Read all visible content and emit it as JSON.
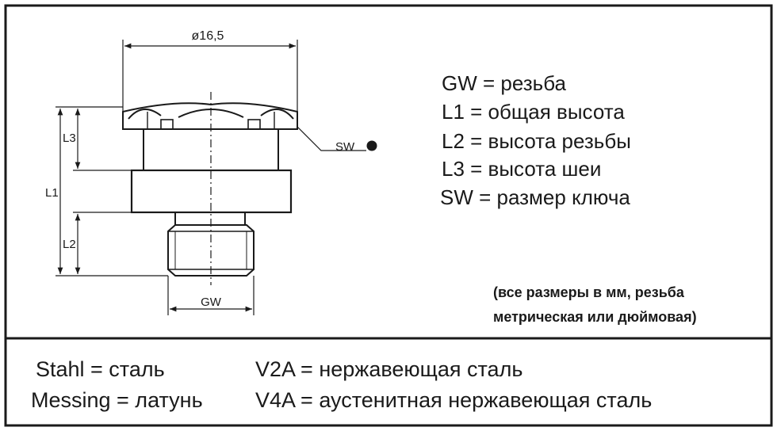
{
  "drawing": {
    "diameter_label": "ø16,5",
    "l1_label": "L1",
    "l2_label": "L2",
    "l3_label": "L3",
    "sw_label": "SW",
    "gw_label": "GW"
  },
  "legend": [
    "GW = резьба",
    "L1 = общая высота",
    "L2 = высота резьбы",
    "L3 = высота шеи",
    "SW = размер ключа"
  ],
  "note": [
    "(все размеры в мм, резьба",
    "метрическая или дюймовая)"
  ],
  "materials": {
    "left": [
      "Stahl = сталь",
      "Messing = латунь"
    ],
    "right": [
      "V2A = нержавеющая сталь",
      "V4A = аустенитная нержавеющая сталь"
    ]
  },
  "colors": {
    "ink": "#1a1a1a",
    "background": "#ffffff"
  }
}
